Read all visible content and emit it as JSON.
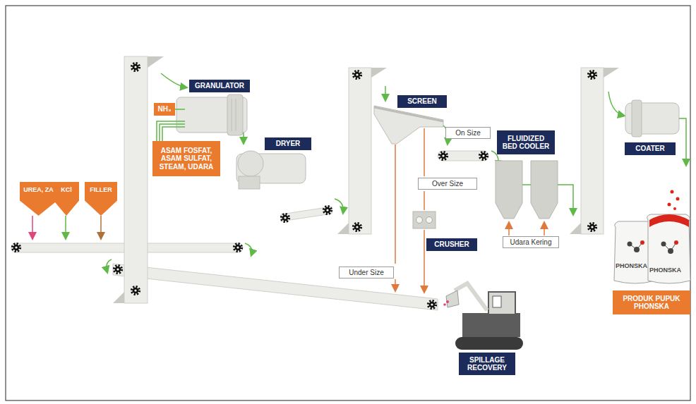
{
  "diagram": {
    "nodes": [
      {
        "text": [
          "UREA, ZA"
        ]
      },
      {
        "text": [
          "KCl"
        ]
      },
      {
        "text": [
          "FILLER"
        ]
      },
      {
        "text": [
          "GRANULATOR"
        ]
      },
      {
        "text": [
          "NH₃"
        ]
      },
      {
        "text": [
          "ASAM FOSFAT, ASAM SULFAT, STEAM, UDARA"
        ]
      },
      {
        "text": [
          "DRYER"
        ]
      },
      {
        "text": [
          "SCREEN"
        ]
      },
      {
        "text": [
          "On Size"
        ]
      },
      {
        "text": [
          "Over Size"
        ]
      },
      {
        "text": [
          "Under Size"
        ]
      },
      {
        "text": [
          "CRUSHER"
        ]
      },
      {
        "text": [
          "FLUIDIZED BED COOLER"
        ]
      },
      {
        "text": [
          "Udara Kering"
        ]
      },
      {
        "text": [
          "COATER"
        ]
      },
      {
        "text": [
          "PRODUK PUPUK PHONSKA"
        ]
      },
      {
        "text": [
          "SPILLAGE RECOVERY"
        ]
      }
    ],
    "labels": [
      "PHONSKA",
      "PHONSKA"
    ]
  }
}
